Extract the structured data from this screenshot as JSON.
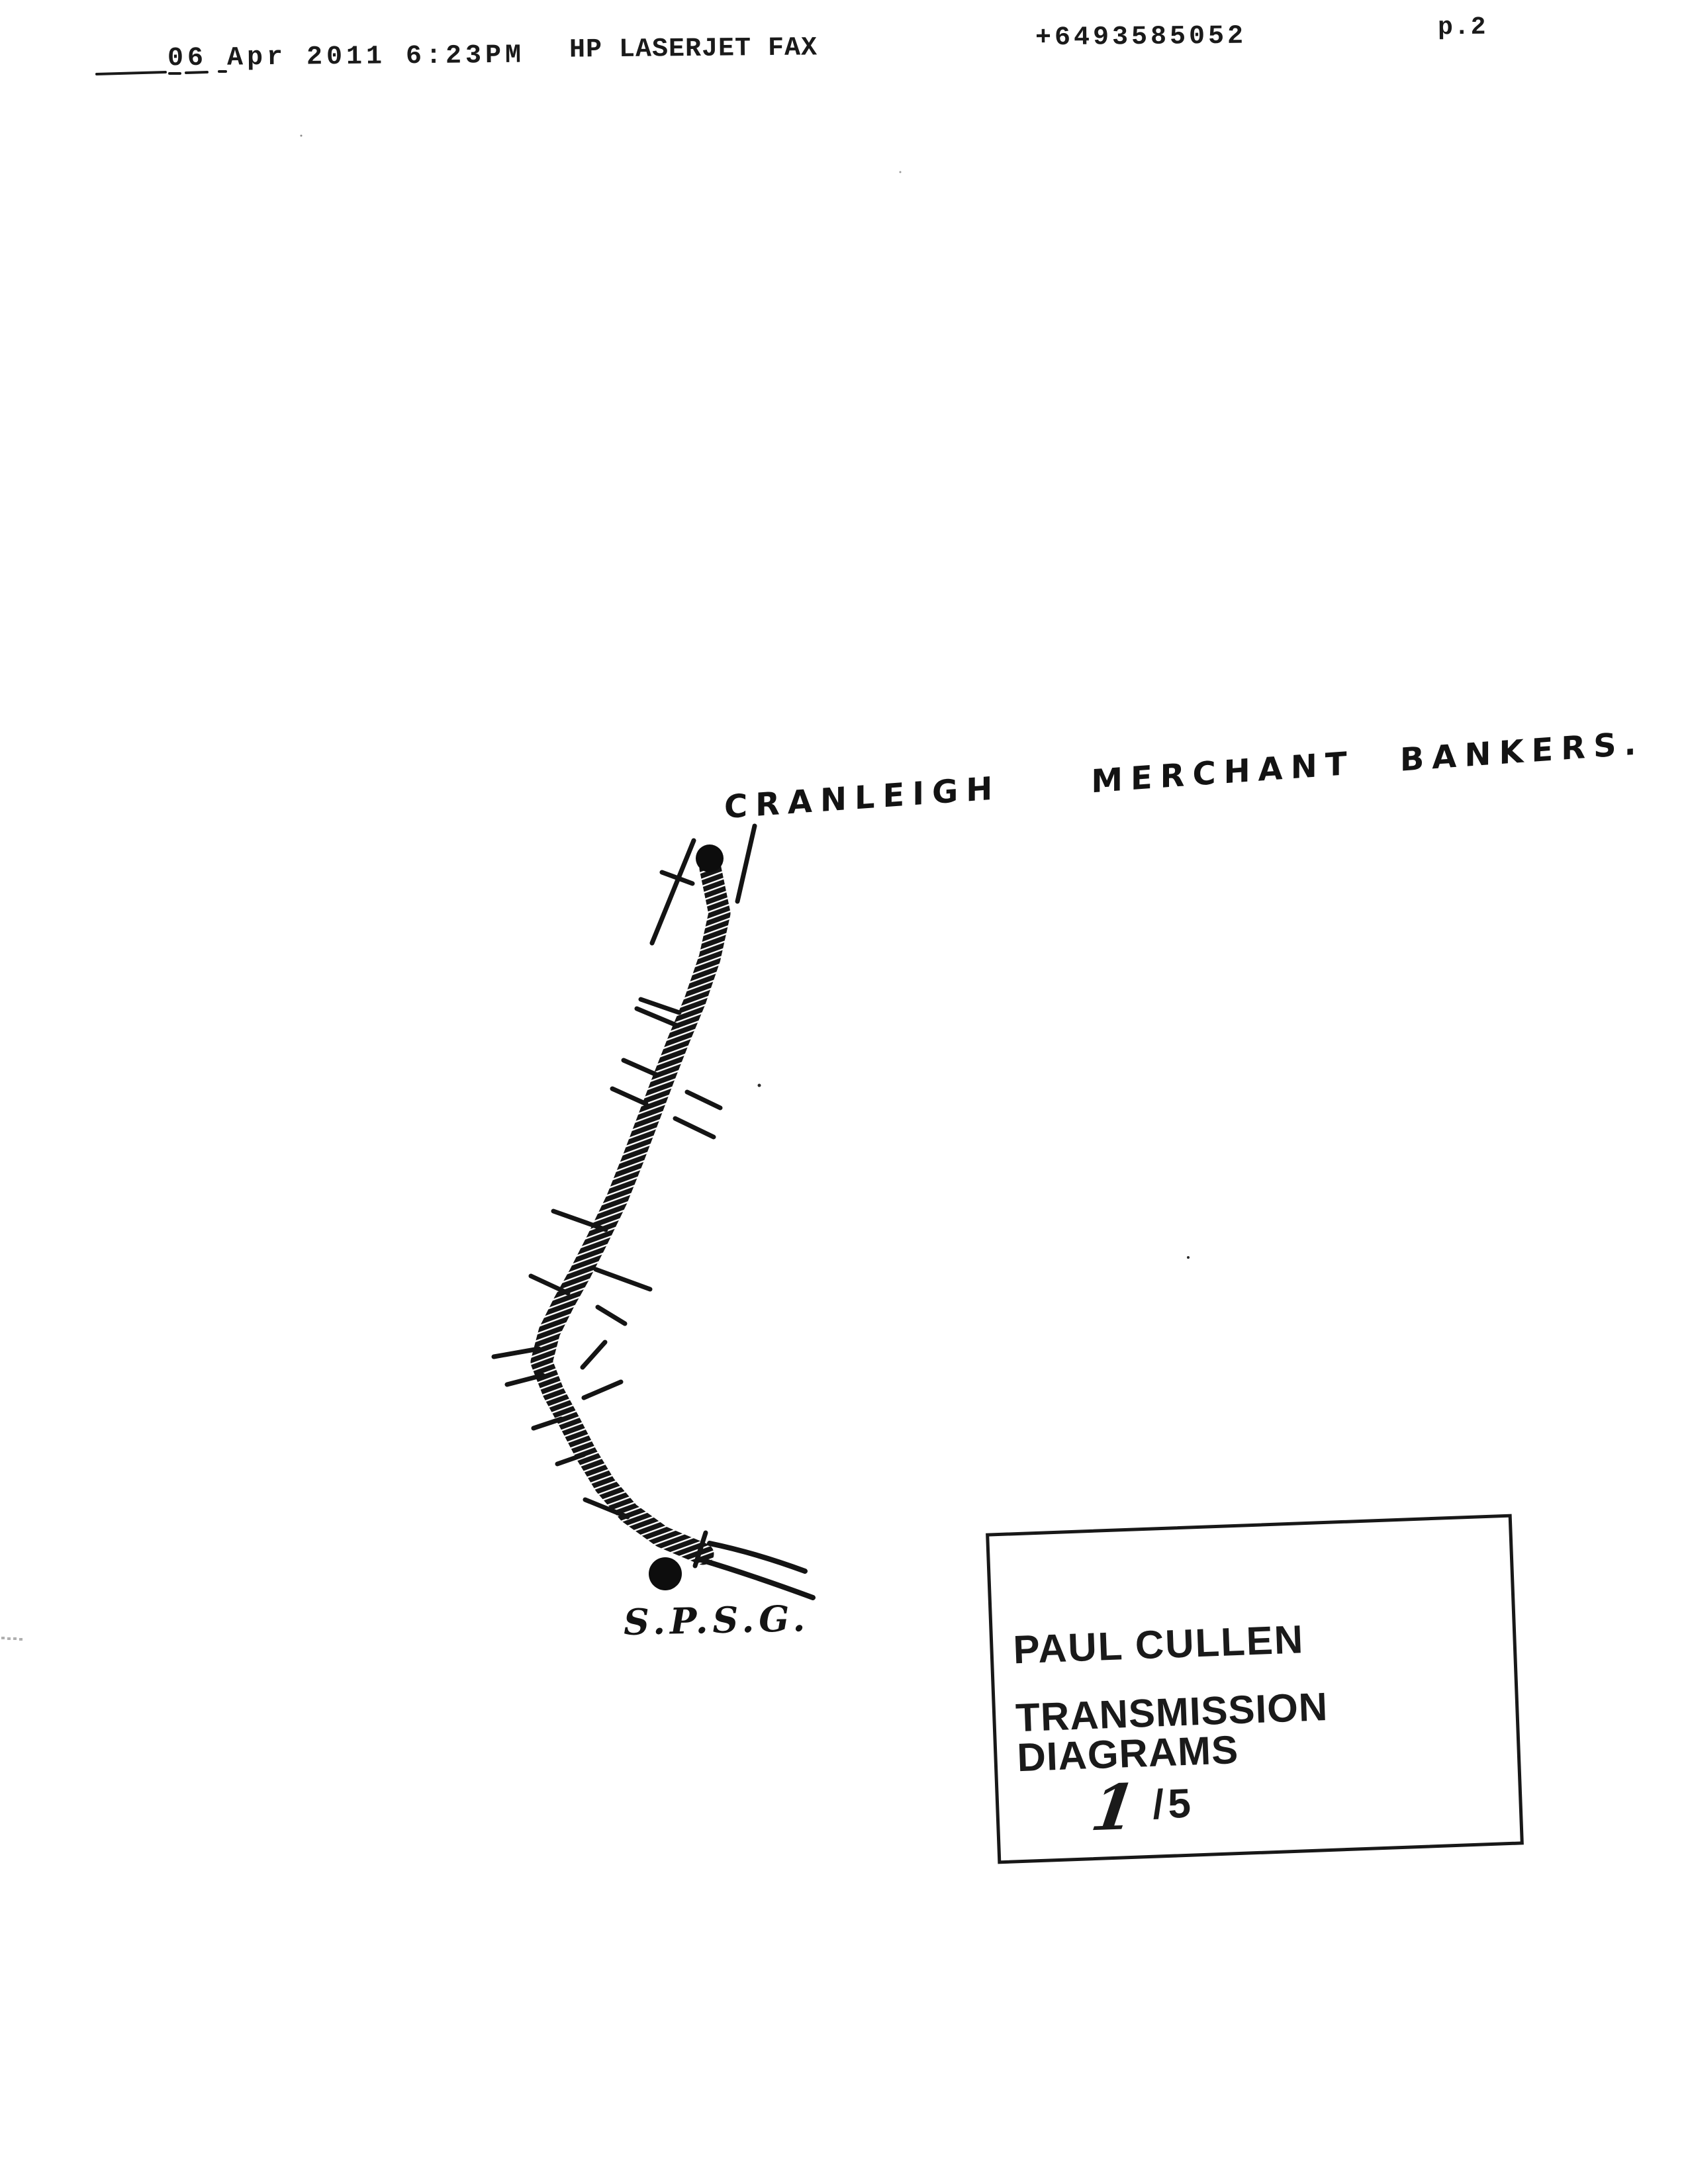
{
  "page": {
    "paper_color": "#ffffff",
    "ink_color": "#161616"
  },
  "fax_header": {
    "timestamp": "06 Apr 2011 6:23PM",
    "device_name": "HP LASERJET FAX",
    "fax_number": "+6493585052",
    "page_indicator": "p.2"
  },
  "drawing": {
    "title": "CRANLEIGH  MERCHANT BANKERS.",
    "end_label": "S.P.S.G."
  },
  "stamp": {
    "author": "PAUL CULLEN",
    "doc_line1": "TRANSMISSION",
    "doc_line2": "DIAGRAMS",
    "sheet_number": "1",
    "sheet_total": "/5"
  }
}
